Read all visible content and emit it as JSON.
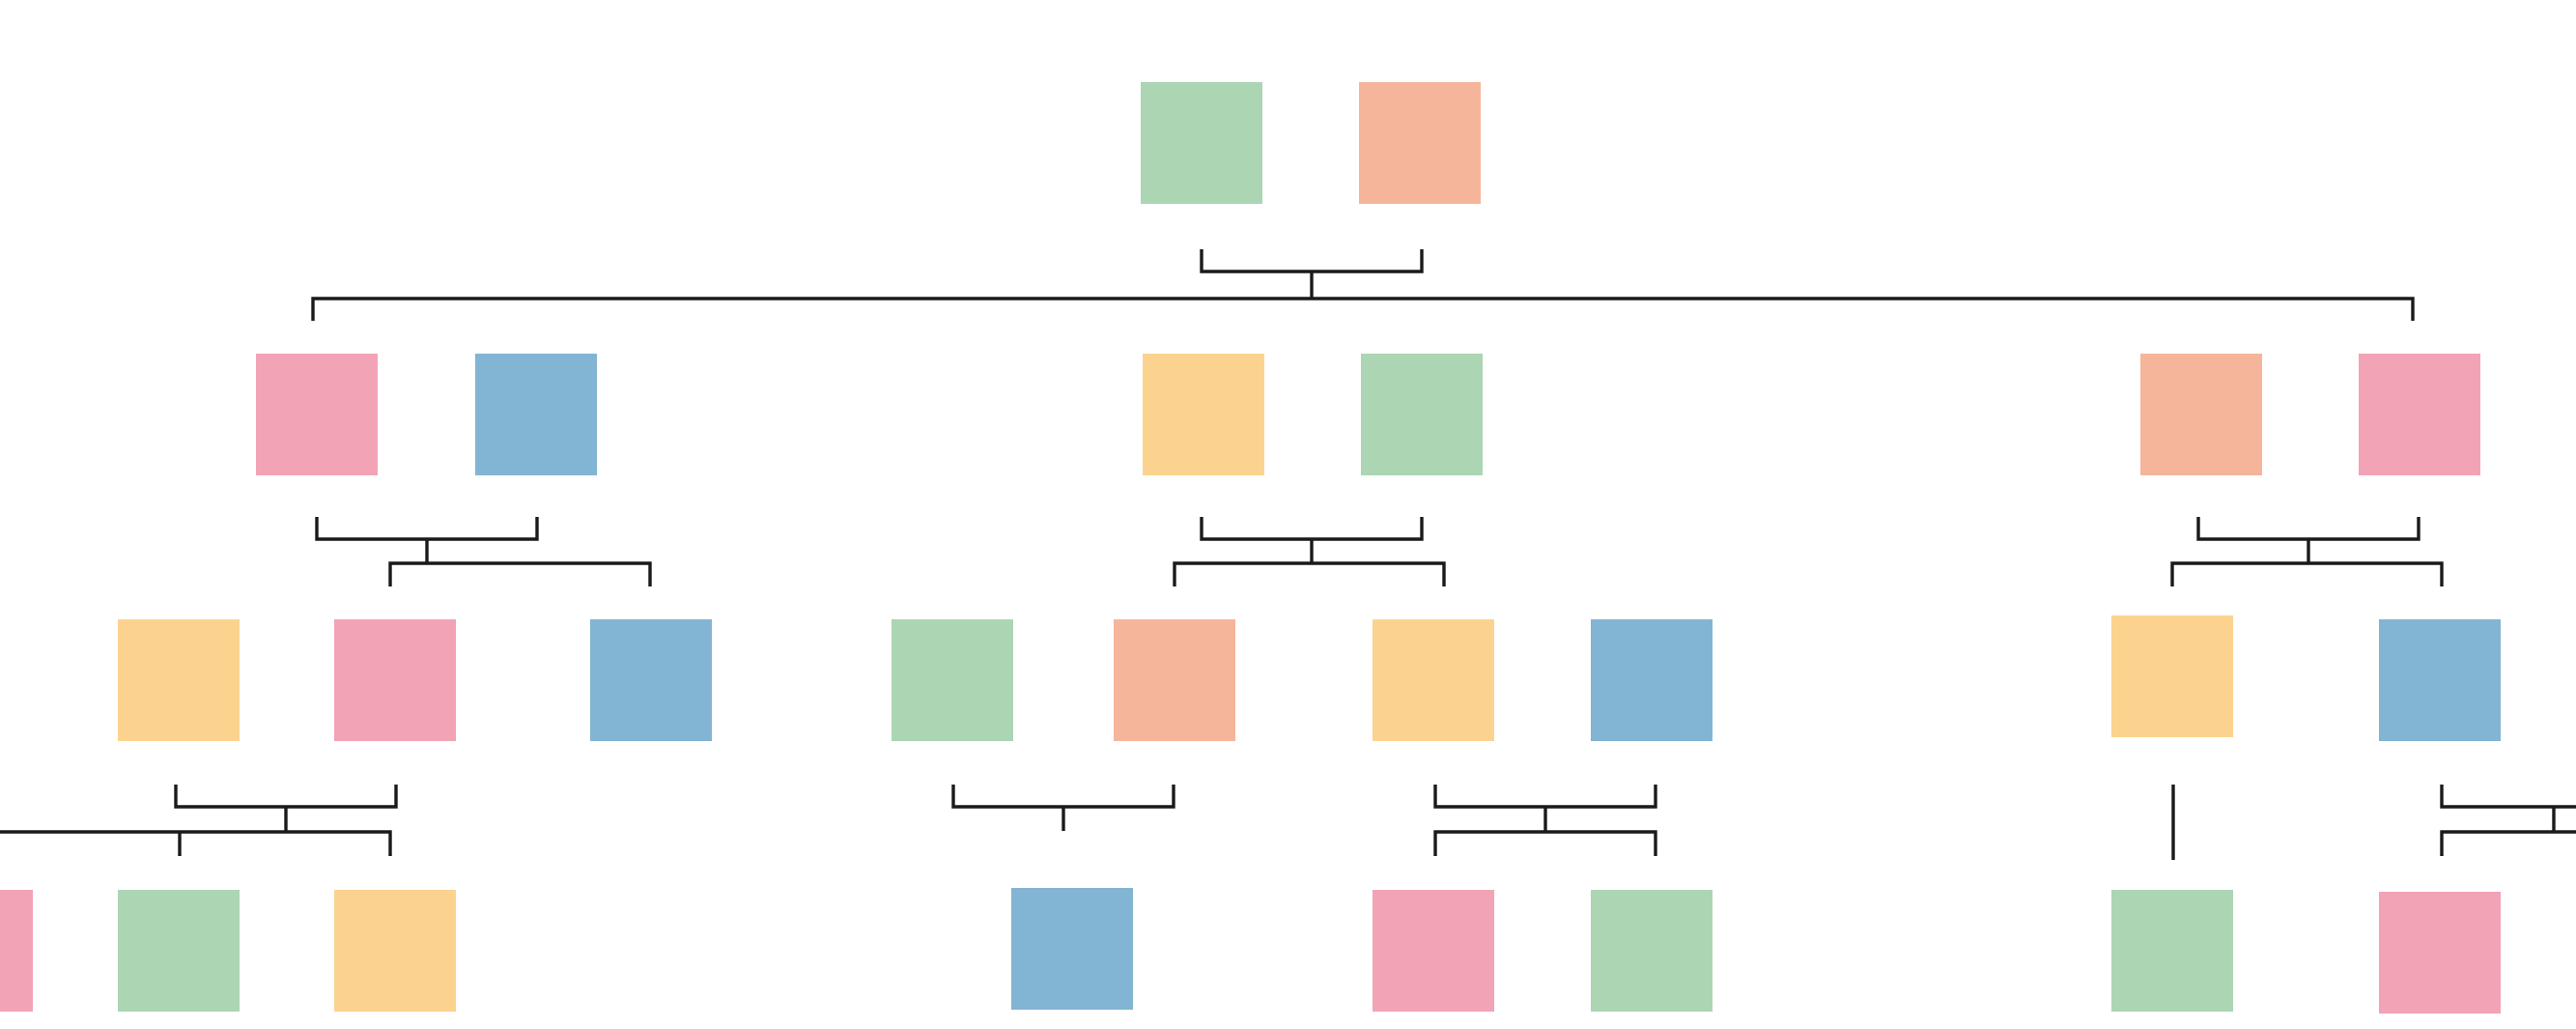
{
  "palette": {
    "green": {
      "bg": "#acd5b3",
      "fg": "#5aae6a"
    },
    "peach": {
      "bg": "#f5b59a",
      "fg": "#ee6a36"
    },
    "pink": {
      "bg": "#f2a3b5",
      "fg": "#e8456f"
    },
    "blue": {
      "bg": "#82b4d3",
      "fg": "#0c6aa4"
    },
    "yellow": {
      "bg": "#fbd38f",
      "fg": "#f4a425"
    }
  },
  "generations": [
    {
      "level": 1,
      "members": [
        {
          "id": "g1-a",
          "icon": "man-avatar-icon",
          "color": "green"
        },
        {
          "id": "g1-b",
          "icon": "woman-avatar-icon",
          "color": "peach"
        }
      ]
    },
    {
      "level": 2,
      "members": [
        {
          "id": "g2-a",
          "icon": "woman-avatar-icon",
          "color": "pink"
        },
        {
          "id": "g2-b",
          "icon": "girl-buns-avatar-icon",
          "color": "blue"
        },
        {
          "id": "g2-c",
          "icon": "woman-avatar-icon",
          "color": "yellow"
        },
        {
          "id": "g2-d",
          "icon": "woman-long-hair-avatar-icon",
          "color": "green"
        },
        {
          "id": "g2-e",
          "icon": "boy-spiky-hair-avatar-icon",
          "color": "peach"
        },
        {
          "id": "g2-f",
          "icon": "woman-avatar-icon",
          "color": "pink"
        }
      ]
    },
    {
      "level": 3,
      "members": [
        {
          "id": "g3-a",
          "icon": "woman-avatar-icon",
          "color": "yellow"
        },
        {
          "id": "g3-b",
          "icon": "woman-avatar-icon",
          "color": "pink"
        },
        {
          "id": "g3-c",
          "icon": "woman-curly-hair-avatar-icon",
          "color": "blue"
        },
        {
          "id": "g3-d",
          "icon": "man-avatar-icon",
          "color": "green"
        },
        {
          "id": "g3-e",
          "icon": "woman-avatar-icon",
          "color": "peach"
        },
        {
          "id": "g3-f",
          "icon": "woman-avatar-icon",
          "color": "yellow"
        },
        {
          "id": "g3-g",
          "icon": "girl-buns-avatar-icon",
          "color": "blue"
        },
        {
          "id": "g3-h",
          "icon": "woman-avatar-icon",
          "color": "yellow"
        },
        {
          "id": "g3-i",
          "icon": "woman-curly-hair-avatar-icon",
          "color": "blue"
        }
      ]
    },
    {
      "level": 4,
      "members": [
        {
          "id": "g4-a",
          "icon": "woman-avatar-icon",
          "color": "pink"
        },
        {
          "id": "g4-b",
          "icon": "woman-long-hair-avatar-icon",
          "color": "green"
        },
        {
          "id": "g4-c",
          "icon": "woman-avatar-icon",
          "color": "yellow"
        },
        {
          "id": "g4-d",
          "icon": "woman-curly-hair-avatar-icon",
          "color": "blue"
        },
        {
          "id": "g4-e",
          "icon": "woman-avatar-icon",
          "color": "pink"
        },
        {
          "id": "g4-f",
          "icon": "woman-long-hair-avatar-icon",
          "color": "green"
        },
        {
          "id": "g4-g",
          "icon": "man-avatar-icon",
          "color": "green"
        },
        {
          "id": "g4-h",
          "icon": "woman-avatar-icon",
          "color": "pink"
        }
      ]
    }
  ],
  "families": [
    {
      "id": "fam-root",
      "parents": [
        "g1-a",
        "g1-b"
      ],
      "children": [
        "g2-a",
        "g2-f"
      ]
    },
    {
      "id": "fam-left",
      "parents": [
        "g2-a",
        "g2-b"
      ],
      "children": [
        "g3-b",
        "g3-c"
      ]
    },
    {
      "id": "fam-center",
      "parents": [
        "g2-c",
        "g2-d"
      ],
      "children": [
        "g3-e",
        "g3-f"
      ]
    },
    {
      "id": "fam-right",
      "parents": [
        "g2-e",
        "g2-f"
      ],
      "children": [
        "g3-h",
        "g3-i"
      ]
    },
    {
      "id": "fam-l3-left",
      "parents": [
        "g3-a",
        "g3-b"
      ],
      "children": [
        "g4-b",
        "g4-c"
      ]
    },
    {
      "id": "fam-l3-mid",
      "parents": [
        "g3-d",
        "g3-e"
      ],
      "children": [
        "g4-d"
      ]
    },
    {
      "id": "fam-l3-center",
      "parents": [
        "g3-f",
        "g3-g"
      ],
      "children": [
        "g4-e",
        "g4-f"
      ]
    },
    {
      "id": "fam-l3-right-single",
      "parents": [
        "g3-h"
      ],
      "children": [
        "g4-g"
      ]
    },
    {
      "id": "fam-l3-right",
      "parents": [
        "g3-i"
      ],
      "children": [
        "g4-h"
      ]
    }
  ]
}
